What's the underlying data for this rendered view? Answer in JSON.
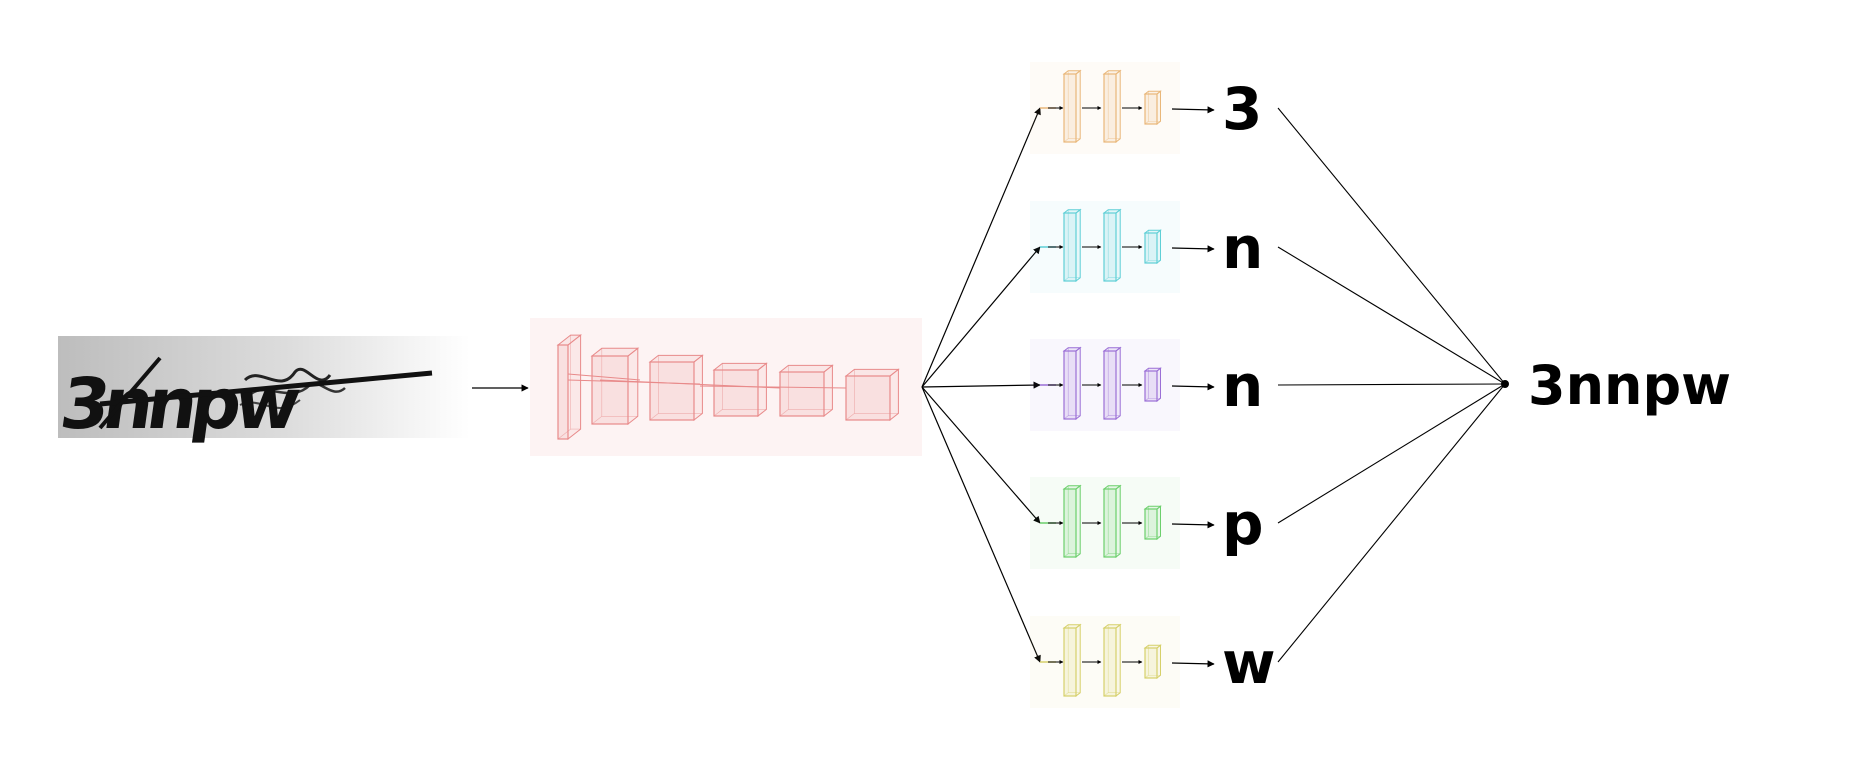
{
  "input_captcha": {
    "text": "3nnpw"
  },
  "backbone": {
    "color": "#e88a8a"
  },
  "heads": [
    {
      "char": "3",
      "color": "#e9b77a"
    },
    {
      "char": "n",
      "color": "#5fcfd6"
    },
    {
      "char": "n",
      "color": "#9b6fd6"
    },
    {
      "char": "p",
      "color": "#6ccf6c"
    },
    {
      "char": "w",
      "color": "#d6d06a"
    }
  ],
  "result": {
    "text": "3nnpw"
  }
}
